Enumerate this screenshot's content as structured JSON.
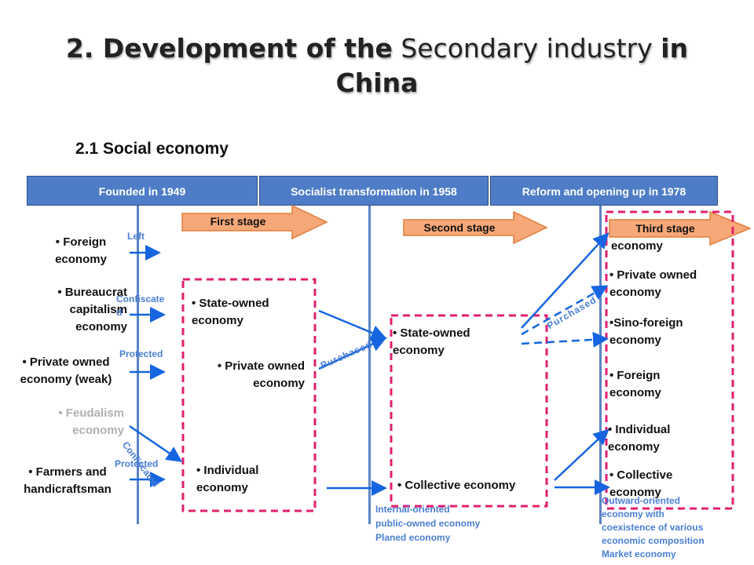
{
  "title": {
    "part1": "2. Development of the",
    "part2": " Secondary industry ",
    "part3": "in",
    "line2": "China"
  },
  "subtitle": "2.1 Social economy",
  "phases": [
    "Founded in 1949",
    "Socialist transformation in 1958",
    "Reform and opening up in 1978"
  ],
  "stages": [
    "First stage",
    "Second stage",
    "Third stage"
  ],
  "left_items": {
    "foreign": "• Foreign economy",
    "bureaucrat": "• Bureaucrat capitalism economy",
    "private": "• Private owned economy (weak)",
    "feudalism": "• Feudalism economy",
    "farmers": "• Farmers and handicraftsman"
  },
  "actions": {
    "left": "Left",
    "confiscate": "Confiscate d",
    "protected1": "Protected",
    "confiscated": "Confiscated",
    "protected2": "Protected",
    "purchased1": "Purchased",
    "purchased2": "Purchased"
  },
  "stage1_items": {
    "state": "• State-owned economy",
    "private": "• Private owned economy",
    "individual": "• Individual economy"
  },
  "stage2_items": {
    "state": "• State-owned economy",
    "collective": "• Collective economy"
  },
  "stage3_items": {
    "economy_cut": "economy",
    "private": "• Private owned economy",
    "sino": "•Sino-foreign economy",
    "foreign": "• Foreign economy",
    "individual": "• Individual economy",
    "collective": "• Collective economy"
  },
  "notes": {
    "internal": [
      "Internal-oriented",
      "public-owned economy",
      "Planed economy"
    ],
    "outward": [
      "Outward-oriented",
      "economy with",
      "coexistence of various",
      "economic composition",
      "Market economy"
    ]
  },
  "colors": {
    "phase_fill": "#4f7cc6",
    "arrow_blue": "#1565e0",
    "dash_red": "#e0206e",
    "stage_fill": "#f7a878",
    "stage_border": "#e07d3c",
    "label_blue": "#4a7fd4"
  }
}
